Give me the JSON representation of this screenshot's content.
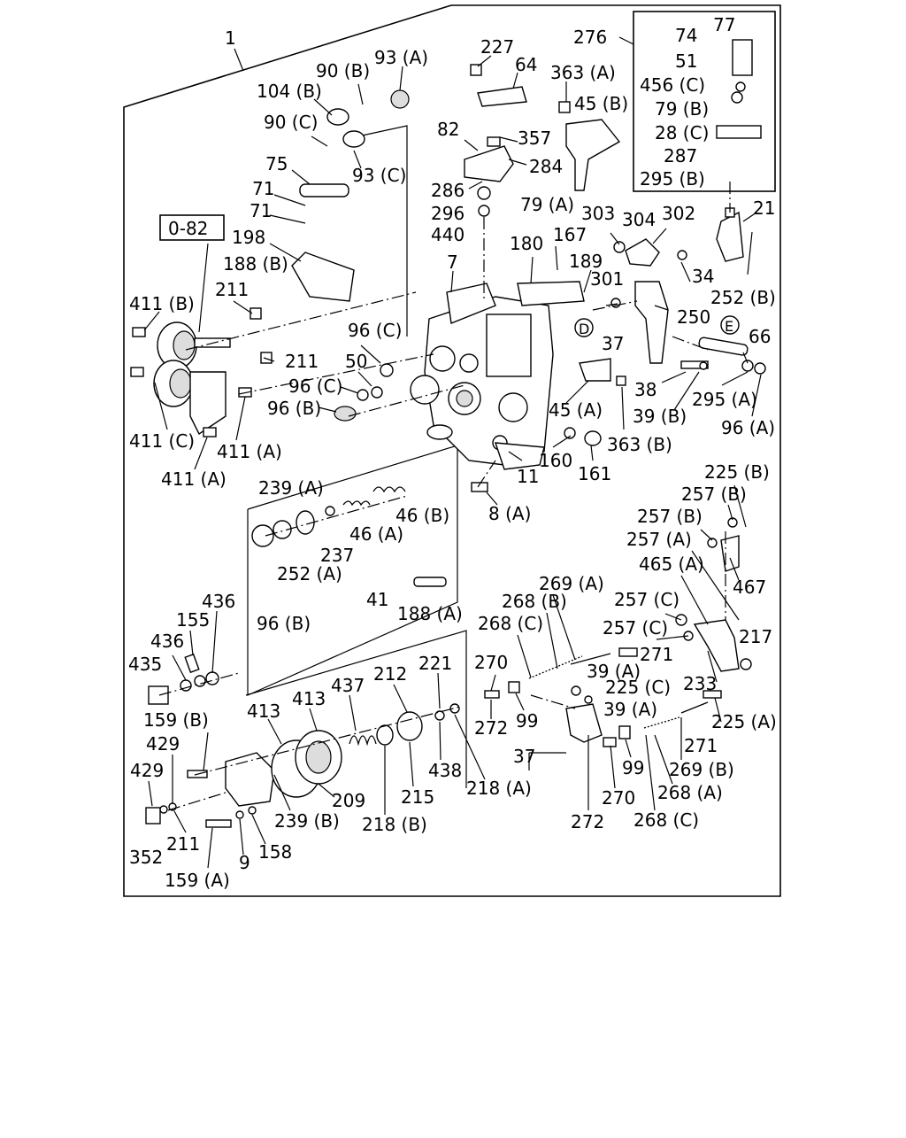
{
  "diagram": {
    "labels": {
      "l1": "1",
      "l93A": "93 (A)",
      "l90B": "90 (B)",
      "l104B": "104 (B)",
      "l90C": "90 (C)",
      "l93C": "93 (C)",
      "l75": "75",
      "l71a": "71",
      "l71b": "71",
      "l082": "0-82",
      "l198": "198",
      "l188B": "188 (B)",
      "l211a": "211",
      "l411B": "411 (B)",
      "l96Ca": "96 (C)",
      "l50": "50",
      "l96Cb": "96 (C)",
      "l96Ba": "96 (B)",
      "l211b": "211",
      "l411C": "411 (C)",
      "l411Aa": "411 (A)",
      "l411Ab": "411 (A)",
      "l227": "227",
      "l64": "64",
      "l82": "82",
      "l357": "357",
      "l284": "284",
      "l286": "286",
      "l296": "296",
      "l440": "440",
      "l79A": "79 (A)",
      "l363A": "363 (A)",
      "l45B": "45 (B)",
      "l276": "276",
      "l77": "77",
      "l74": "74",
      "l51": "51",
      "l456C": "456 (C)",
      "l79B": "79 (B)",
      "l28C": "28 (C)",
      "l287": "287",
      "l295B": "295 (B)",
      "l21": "21",
      "l303": "303",
      "l304": "304",
      "l302": "302",
      "l180": "180",
      "l167": "167",
      "l189": "189",
      "l7": "7",
      "l301": "301",
      "l34": "34",
      "l252B": "252 (B)",
      "l250": "250",
      "lD": "D",
      "lE": "E",
      "l37a": "37",
      "l66": "66",
      "l45A": "45 (A)",
      "l38": "38",
      "l295A": "295 (A)",
      "l39B": "39 (B)",
      "l96A": "96 (A)",
      "l363B": "363 (B)",
      "l160": "160",
      "l161": "161",
      "l11": "11",
      "l8A": "8 (A)",
      "l239A": "239 (A)",
      "l46A": "46 (A)",
      "l46B": "46 (B)",
      "l237": "237",
      "l252A": "252 (A)",
      "l41": "41",
      "l188A": "188 (A)",
      "l96Bb": "96 (B)",
      "l225B": "225 (B)",
      "l257Ba": "257 (B)",
      "l257Bb": "257 (B)",
      "l257A": "257 (A)",
      "l465A": "465 (A)",
      "l467": "467",
      "l269A": "269 (A)",
      "l268B": "268 (B)",
      "l268Ca": "268 (C)",
      "l257C1": "257 (C)",
      "l257C2": "257 (C)",
      "l217": "217",
      "l271a": "271",
      "l270a": "270",
      "l39Aa": "39 (A)",
      "l225C": "225 (C)",
      "l233": "233",
      "l39Ab": "39 (A)",
      "l225A": "225 (A)",
      "l272a": "272",
      "l99a": "99",
      "l271b": "271",
      "l37b": "37",
      "l99b": "99",
      "l269B": "269 (B)",
      "l268A": "268 (A)",
      "l270b": "270",
      "l272b": "272",
      "l268Cb": "268 (C)",
      "l436a": "436",
      "l155": "155",
      "l436b": "436",
      "l435": "435",
      "l413a": "413",
      "l413b": "413",
      "l437": "437",
      "l212": "212",
      "l221": "221",
      "l159B": "159 (B)",
      "l429a": "429",
      "l429b": "429",
      "l438": "438",
      "l218A": "218 (A)",
      "l209": "209",
      "l215": "215",
      "l239B": "239 (B)",
      "l218B": "218 (B)",
      "l352": "352",
      "l211c": "211",
      "l9": "9",
      "l158": "158",
      "l159A": "159 (A)"
    }
  }
}
